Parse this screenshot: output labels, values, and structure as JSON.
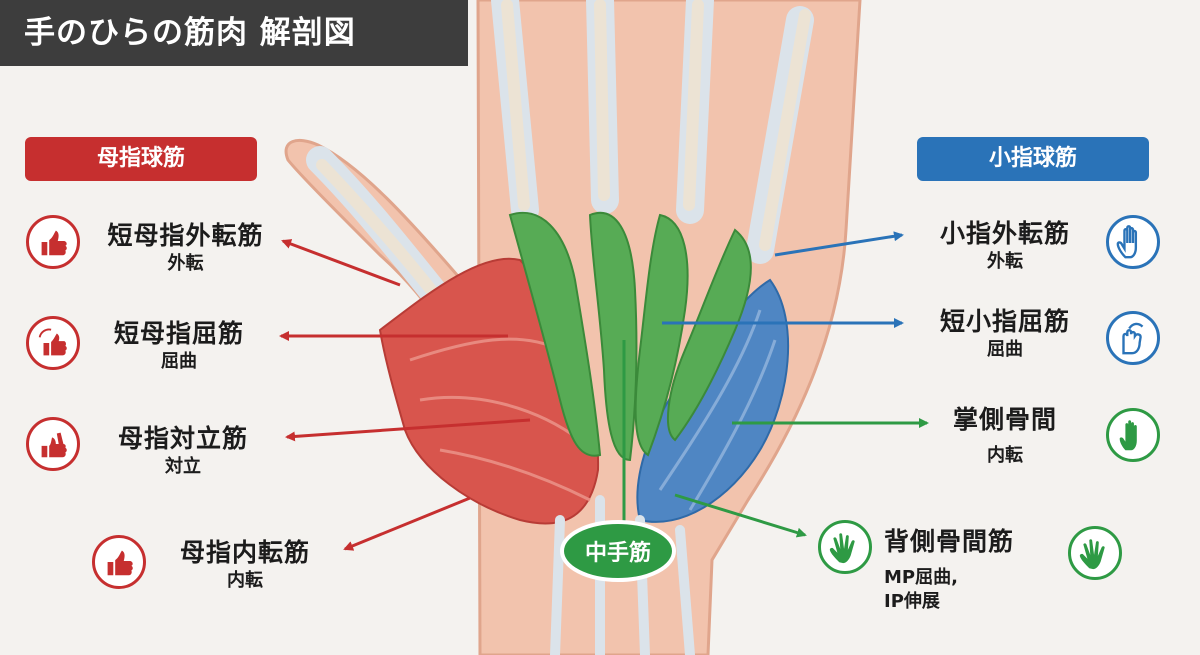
{
  "title": "手のひらの筋肉 解剖図",
  "thenar": {
    "header": "母指球筋",
    "color": "#c62f2f",
    "items": [
      {
        "name": "短母指外転筋",
        "func": "外転",
        "icon": "thumb-abduction-icon"
      },
      {
        "name": "短母指屈筋",
        "func": "屈曲",
        "icon": "thumb-flexion-icon"
      },
      {
        "name": "母指対立筋",
        "func": "対立",
        "icon": "thumb-opposition-icon"
      },
      {
        "name": "母指内転筋",
        "func": "内転",
        "icon": "thumb-adduction-icon"
      }
    ]
  },
  "hypothenar": {
    "header": "小指球筋",
    "color": "#2a73b8",
    "items": [
      {
        "name": "小指外転筋",
        "func": "外転",
        "icon": "open-hand-icon"
      },
      {
        "name": "短小指屈筋",
        "func": "屈曲",
        "icon": "finger-flexion-icon"
      }
    ]
  },
  "metacarpal": {
    "label": "中手筋",
    "color": "#2e9a44",
    "items": [
      {
        "name": "掌側骨間",
        "func": "内転",
        "icon": "hand-adduction-icon"
      },
      {
        "name": "背側骨間筋",
        "func": "MP屈曲,",
        "func2": "IP伸展",
        "icon": "hand-abduction-icon"
      }
    ]
  }
}
